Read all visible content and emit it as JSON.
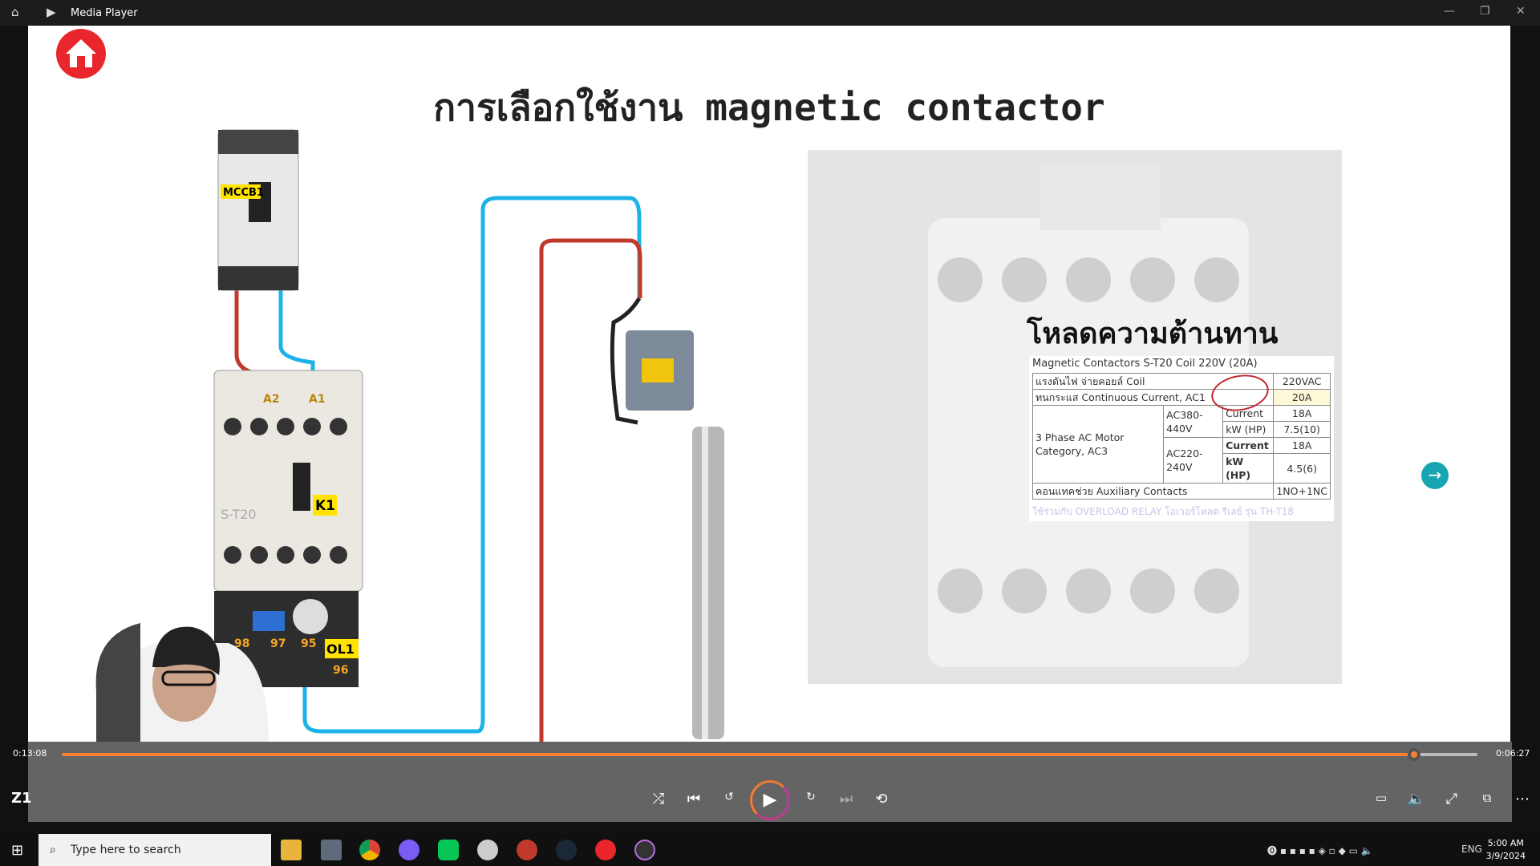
{
  "window": {
    "title": "Media Player"
  },
  "slide": {
    "title": "การเลือกใช้งาน magnetic contactor",
    "labels": {
      "mccb": "MCCB1",
      "k1": "K1",
      "ol1": "OL1",
      "a1": "A1",
      "a2": "A2",
      "t95": "95",
      "t96": "96",
      "t97": "97",
      "t98": "98",
      "model": "S-T20"
    },
    "heading": "โหลดความต้านทาน",
    "table_title": "Magnetic Contactors S-T20 Coil 220V (20A)",
    "rows": {
      "coil_label": "แรงดันไฟ จ่ายคอยล์ Coil",
      "coil_value": "220VAC",
      "cont_label": "ทนกระแส Continuous Current, AC1",
      "cont_value": "20A",
      "motor_label": "3 Phase AC Motor Category, AC3",
      "v1": "AC380-440V",
      "v2": "AC220-240V",
      "current": "Current",
      "kw": "kW (HP)",
      "v1_current": "18A",
      "v1_kw": "7.5(10)",
      "v2_current": "18A",
      "v2_kw": "4.5(6)",
      "aux_label": "คอนแทคช่วย Auxiliary Contacts",
      "aux_value": "1NO+1NC"
    },
    "note": "ใช้ร่วมกับ OVERLOAD RELAY โอเวอร์โหลด รีเลย์ รุ่น TH-T18"
  },
  "player": {
    "elapsed": "0:13:08",
    "remaining": "0:06:27",
    "progress": 0.955,
    "overlay_text": "Z1"
  },
  "taskbar": {
    "search_placeholder": "Type here to search",
    "lang": "ENG",
    "time": "5:00 AM",
    "date": "3/9/2024"
  },
  "colors": {
    "accent": "#f5812f",
    "red_wire": "#c0392b",
    "blue_wire": "#1eb3e8"
  }
}
